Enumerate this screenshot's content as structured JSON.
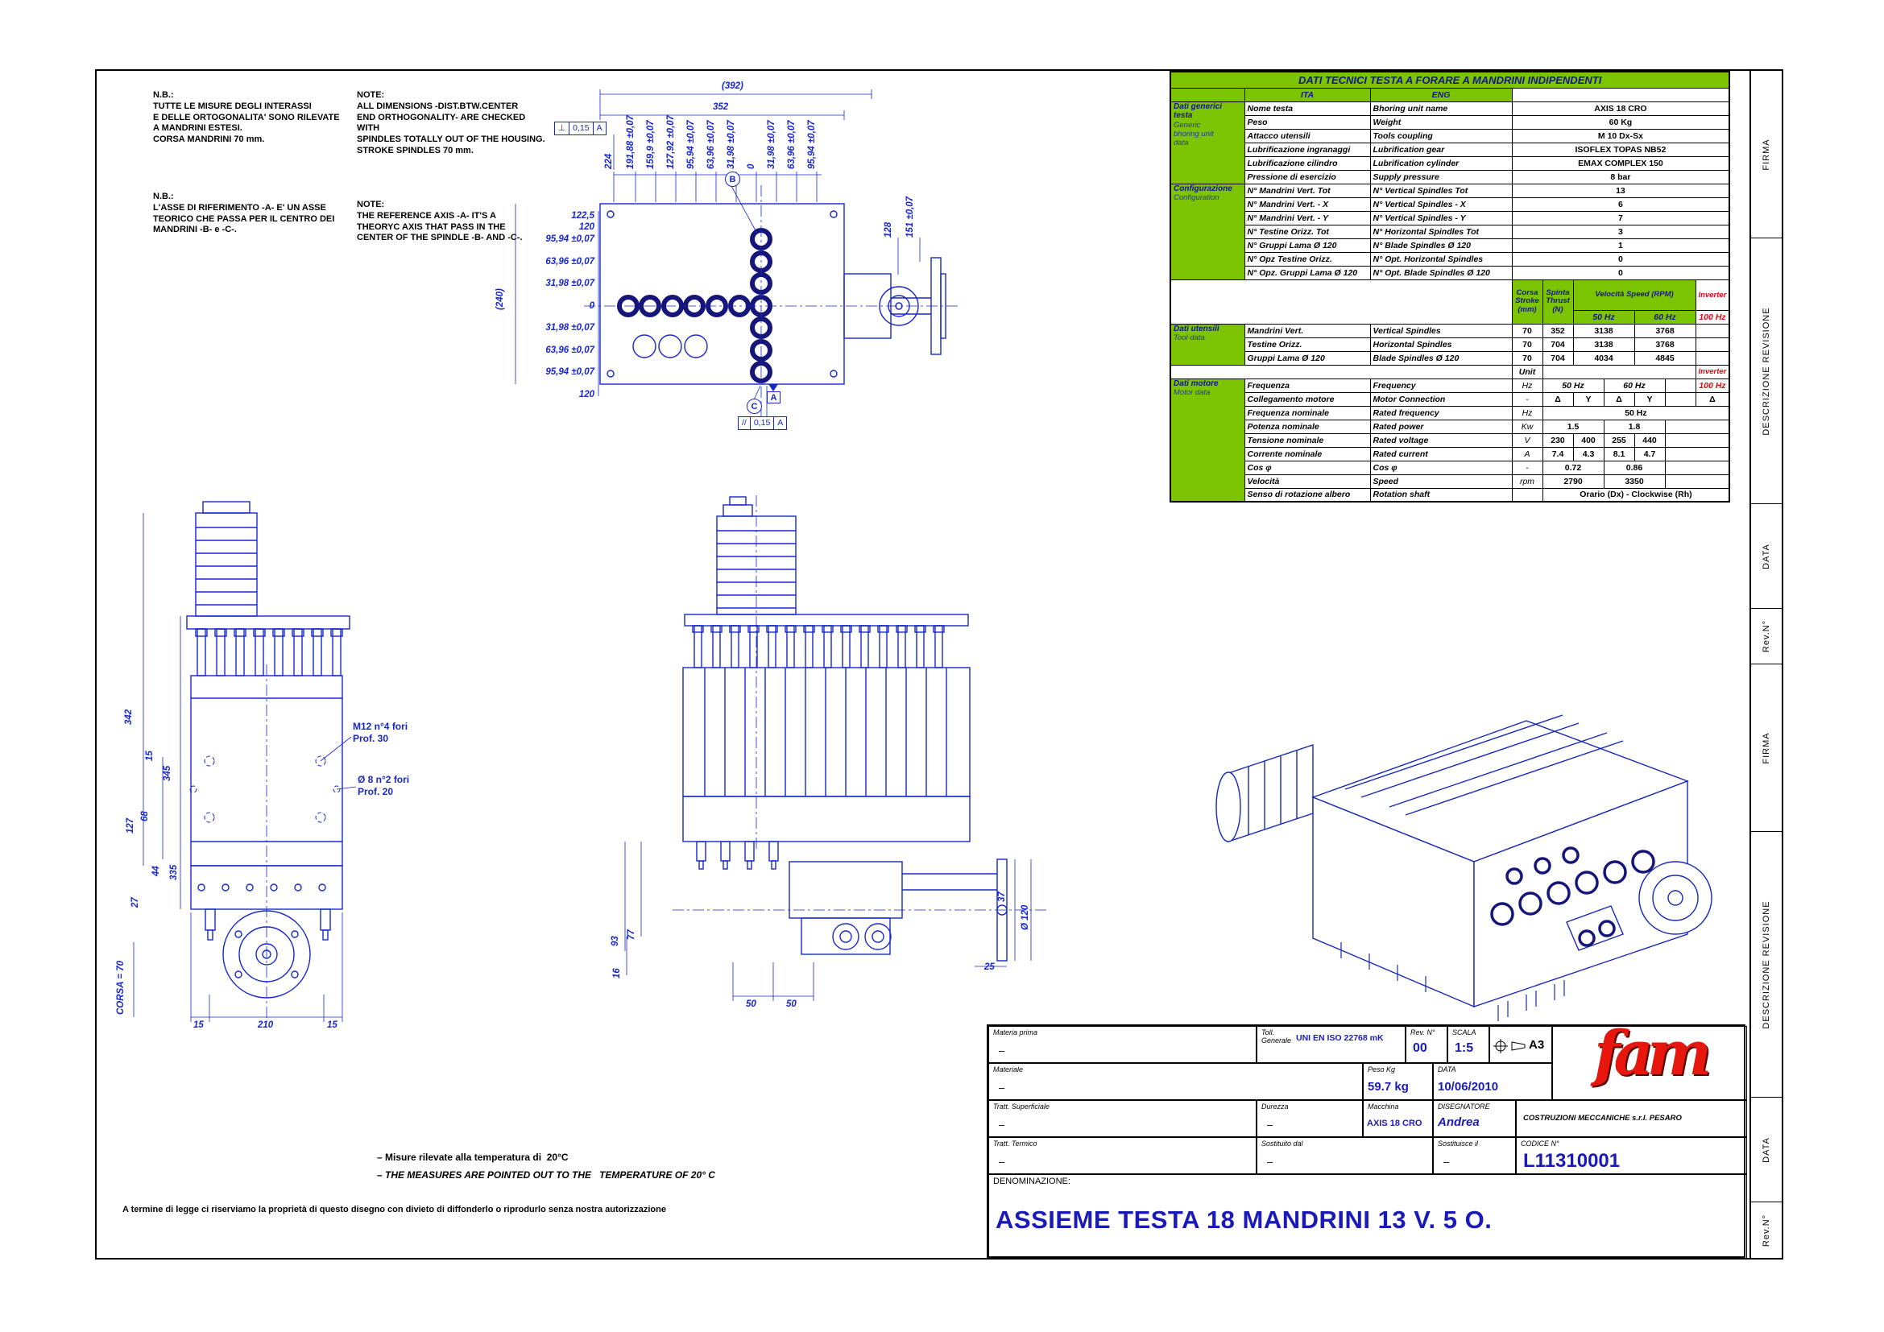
{
  "colors": {
    "green": "#7dc400",
    "cad_blue": "#1626cc",
    "deep_blue": "#14149b",
    "red": "#e30613",
    "logo_red": "#e8170d"
  },
  "strip": [
    "FIRMA",
    "DESCRIZIONE REVISIONE",
    "DATA",
    "Rev.N°",
    "FIRMA",
    "DESCRIZIONE REVISIONE",
    "DATA",
    "Rev.N°"
  ],
  "notes": {
    "nb1": "N.B.:\nTUTTE LE MISURE DEGLI INTERASSI\nE DELLE ORTOGONALITA' SONO RILEVATE\nA MANDRINI ESTESI.\nCORSA MANDRINI 70 mm.",
    "nb2": "N.B.:\nL'ASSE DI RIFERIMENTO -A- E' UN ASSE\nTEORICO CHE PASSA PER IL CENTRO DEI\nMANDRINI -B- e -C-.",
    "note1": "NOTE:\nALL DIMENSIONS -DIST.BTW.CENTER\nEND ORTHOGONALITY- ARE CHECKED\nWITH\nSPINDLES TOTALLY OUT OF THE HOUSING.\nSTROKE SPINDLES 70 mm.",
    "note2": "NOTE:\nTHE REFERENCE AXIS -A- IT'S A\nTHEORYC AXIS THAT PASS IN THE\nCENTER OF THE SPINDLE -B- AND -C-."
  },
  "plan": {
    "overall_w": "(392)",
    "w": "352",
    "overall_h": "(240)",
    "top": [
      "224",
      "191,88 ±0,07",
      "159,9 ±0,07",
      "127,92 ±0,07",
      "95,94 ±0,07",
      "63,96 ±0,07",
      "31,98 ±0,07",
      "0",
      "31,98 ±0,07",
      "63,96 ±0,07",
      "95,94 ±0,07"
    ],
    "right": [
      "128",
      "151 ±0,07"
    ],
    "left": [
      "122,5",
      "120",
      "95,94 ±0,07",
      "63,96 ±0,07",
      "31,98 ±0,07",
      "0",
      "31,98 ±0,07",
      "63,96 ±0,07",
      "95,94 ±0,07",
      "120"
    ],
    "tol_perp": {
      "sym": "⊥",
      "val": "0,15",
      "ref": "A"
    },
    "tol_par": {
      "sym": "//",
      "val": "0,15",
      "ref": "A"
    },
    "datum_a": "A",
    "datum_b": "B",
    "datum_c": "C"
  },
  "front": {
    "v342": "342",
    "v15": "15",
    "v345": "345",
    "v68": "68",
    "v127": "127",
    "v44": "44",
    "v335": "335",
    "v27": "27",
    "corsa": "CORSA = 70",
    "b15l": "15",
    "b210": "210",
    "b15r": "15",
    "ann_m12": "M12  n°4 fori\nProf. 30",
    "ann_d8": "Ø 8  n°2 fori\nProf. 20"
  },
  "side": {
    "v93": "93",
    "v77": "77",
    "v16": "16",
    "b50a": "50",
    "b50b": "50",
    "v37": "37",
    "v25": "25",
    "dia": "Ø 120"
  },
  "table": {
    "title": "DATI TECNICI TESTA A FORARE A MANDRINI INDIPENDENTI",
    "ita": "ITA",
    "eng": "ENG",
    "cat_generic_it": "Dati generici\ntesta",
    "cat_generic_en": "Generic\nbhoring unit\ndata",
    "cat_config_it": "Configurazione",
    "cat_config_en": "Configuration",
    "cat_tool_it": "Dati utensili",
    "cat_tool_en": "Tool data",
    "cat_motor_it": "Dati motore",
    "cat_motor_en": "Motor data",
    "g": [
      {
        "i": "Nome testa",
        "e": "Bhoring unit name",
        "v": "AXIS 18 CRO"
      },
      {
        "i": "Peso",
        "e": "Weight",
        "v": "60 Kg"
      },
      {
        "i": "Attacco utensili",
        "e": "Tools coupling",
        "v": "M 10 Dx-Sx"
      },
      {
        "i": "Lubrificazione ingranaggi",
        "e": "Lubrification gear",
        "v": "ISOFLEX TOPAS NB52"
      },
      {
        "i": "Lubrificazione cilindro",
        "e": "Lubrification cylinder",
        "v": "EMAX COMPLEX 150"
      },
      {
        "i": "Pressione di esercizio",
        "e": "Supply pressure",
        "v": "8 bar"
      }
    ],
    "c": [
      {
        "i": "N° Mandrini Vert. Tot",
        "e": "N° Vertical Spindles Tot",
        "v": "13"
      },
      {
        "i": "N° Mandrini Vert. - X",
        "e": "N° Vertical Spindles - X",
        "v": "6"
      },
      {
        "i": "N° Mandrini Vert. - Y",
        "e": "N° Vertical Spindles - Y",
        "v": "7"
      },
      {
        "i": "N° Testine Orizz. Tot",
        "e": "N° Horizontal Spindles Tot",
        "v": "3"
      },
      {
        "i": "N° Gruppi Lama Ø 120",
        "e": "N° Blade Spindles Ø 120",
        "v": "1"
      },
      {
        "i": "N° Opz Testine Orizz.",
        "e": "N° Opt. Horizontal Spindles",
        "v": "0"
      },
      {
        "i": "N° Opz. Gruppi Lama Ø 120",
        "e": "N° Opt. Blade Spindles Ø 120",
        "v": "0"
      }
    ],
    "hdr": {
      "corsa": "Corsa\nStroke\n(mm)",
      "spinta": "Spinta\nThrust\n(N)",
      "vel": "Velocità Speed   (RPM)",
      "h50": "50 Hz",
      "h60": "60 Hz",
      "h100": "100 Hz",
      "inverter": "Inverter",
      "unit": "Unit"
    },
    "t": [
      {
        "i": "Mandrini Vert.",
        "e": "Vertical Spindles",
        "s": "70",
        "th": "352",
        "v50": "3138",
        "v60": "3768"
      },
      {
        "i": "Testine Orizz.",
        "e": "Horizontal Spindles",
        "s": "70",
        "th": "704",
        "v50": "3138",
        "v60": "3768"
      },
      {
        "i": "Gruppi Lama Ø 120",
        "e": "Blade Spindles Ø 120",
        "s": "70",
        "th": "704",
        "v50": "4034",
        "v60": "4845"
      }
    ],
    "m": {
      "freq": {
        "i": "Frequenza",
        "e": "Frequency",
        "u": "Hz",
        "a": "50 Hz",
        "b": "60 Hz",
        "c": "100 Hz"
      },
      "conn": {
        "i": "Collegamento motore",
        "e": "Motor Connection",
        "u": "-",
        "d1": "Δ",
        "y1": "Y",
        "d2": "Δ",
        "y2": "Y",
        "d3": "Δ"
      },
      "rfreq": {
        "i": "Frequenza nominale",
        "e": "Rated frequency",
        "u": "Hz",
        "v": "50 Hz"
      },
      "power": {
        "i": "Potenza nominale",
        "e": "Rated power",
        "u": "Kw",
        "a": "1.5",
        "b": "1.8"
      },
      "volt": {
        "i": "Tensione nominale",
        "e": "Rated voltage",
        "u": "V",
        "a": "230",
        "b": "400",
        "c": "255",
        "d": "440"
      },
      "curr": {
        "i": "Corrente nominale",
        "e": "Rated current",
        "u": "A",
        "a": "7.4",
        "b": "4.3",
        "c": "8.1",
        "d": "4.7"
      },
      "cos": {
        "i": "Cos φ",
        "e": "Cos φ",
        "u": "-",
        "a": "0.72",
        "b": "0.86"
      },
      "speed": {
        "i": "Velocità",
        "e": "Speed",
        "u": "rpm",
        "a": "2790",
        "b": "3350"
      },
      "rot": {
        "i": "Senso di rotazione albero",
        "e": "Rotation shaft",
        "v": "Orario (Dx) - Clockwise (Rh)"
      }
    }
  },
  "tb": {
    "materia_label": "Materia prima",
    "materia_value": "–",
    "materiale_label": "Materiale",
    "materiale_value": "–",
    "tratt_sup_label": "Tratt. Superficiale",
    "tratt_sup_value": "–",
    "tratt_term_label": "Tratt. Termico",
    "tratt_term_value": "–",
    "toll_label": "Toll.\nGenerale",
    "toll_value": "UNI EN ISO 22768 mK",
    "rev_label": "Rev. N°",
    "rev_value": "00",
    "scala_label": "SCALA",
    "scala_value": "1:5",
    "format": "A3",
    "peso_label": "Peso Kg",
    "peso_value": "59.7 kg",
    "data_label": "DATA",
    "data_value": "10/06/2010",
    "durezza_label": "Durezza",
    "durezza_value": "–",
    "macchina_label": "Macchina",
    "macchina_value": "AXIS 18 CRO",
    "disegnatore_label": "DISEGNATORE",
    "disegnatore_value": "Andrea",
    "company": "COSTRUZIONI MECCANICHE s.r.l. PESARO",
    "codice_label": "CODICE N°",
    "codice_value": "L11310001",
    "sostituito_label": "Sostituito dal",
    "sostituito_value": "–",
    "sostituisce_label": "Sostituisce il",
    "sostituisce_value": "–",
    "denominazione_label": "DENOMINAZIONE:",
    "denominazione_value": "ASSIEME TESTA 18 MANDRINI 13 V. 5 O.",
    "logo": "fam"
  },
  "bottom": {
    "temp_it": "– Misure rilevate alla temperatura di  20°C",
    "temp_en": "– THE MEASURES ARE POINTED OUT TO THE   TEMPERATURE OF 20° C",
    "legal": "A termine di legge ci riserviamo la proprietà di questo disegno con divieto di diffonderlo o riprodurlo senza nostra autorizzazione"
  }
}
